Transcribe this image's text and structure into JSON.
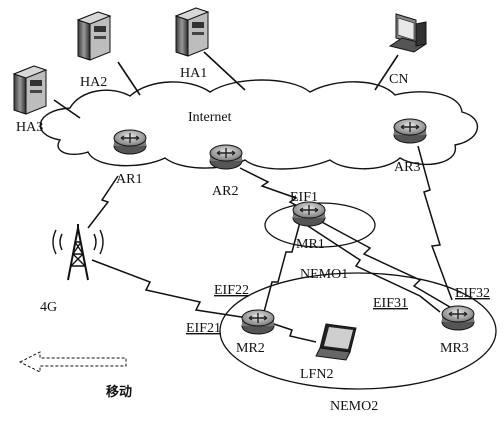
{
  "nodes": {
    "ha1": "HA1",
    "ha2": "HA2",
    "ha3": "HA3",
    "cn": "CN",
    "internet": "Internet",
    "ar1": "AR1",
    "ar2": "AR2",
    "ar3": "AR3",
    "mr1": "MR1",
    "mr2": "MR2",
    "mr3": "MR3",
    "lfn2": "LFN2",
    "tower": "4G"
  },
  "interfaces": {
    "eif1": "EIF1",
    "eif21": "EIF21",
    "eif22": "EIF22",
    "eif31": "EIF31",
    "eif32": "EIF32"
  },
  "networks": {
    "nemo1": "NEMO1",
    "nemo2": "NEMO2"
  },
  "movement_label": "移动"
}
